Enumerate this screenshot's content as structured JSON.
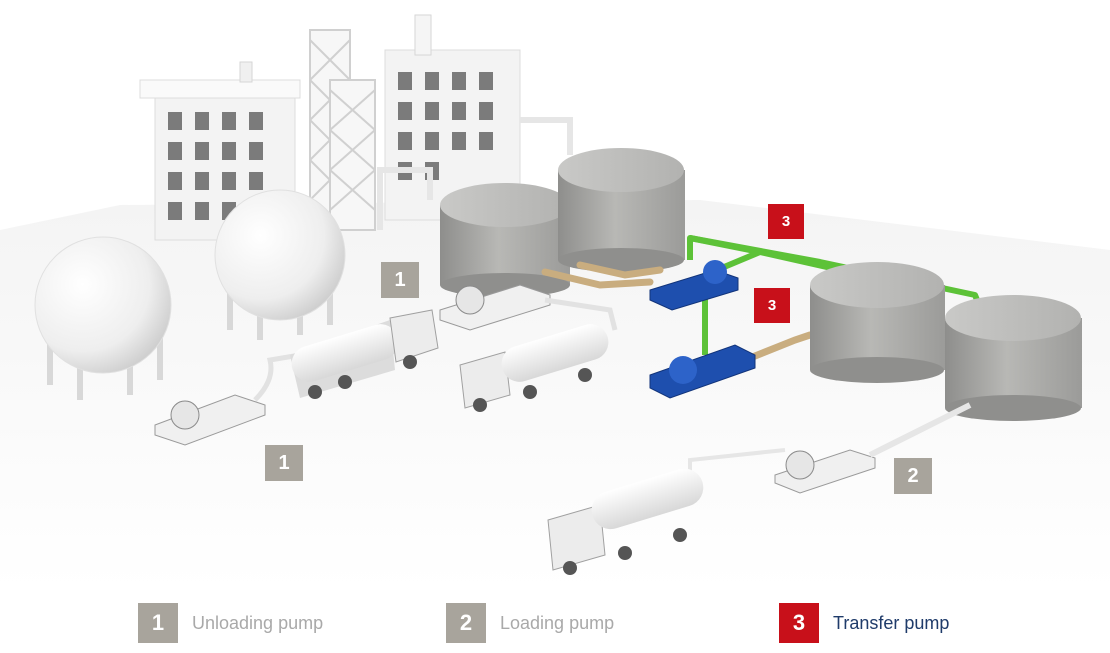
{
  "callouts": {
    "unloading_top": "1",
    "unloading_bottom": "1",
    "loading": "2",
    "transfer_top": "3",
    "transfer_mid": "3"
  },
  "legend": [
    {
      "num": "1",
      "label": "Unloading pump",
      "color": "#a8a49c",
      "text_color": "#a9a9a9"
    },
    {
      "num": "2",
      "label": "Loading pump",
      "color": "#a8a49c",
      "text_color": "#a9a9a9"
    },
    {
      "num": "3",
      "label": "Transfer pump",
      "color": "#c8101a",
      "text_color": "#1f3b6a"
    }
  ],
  "colors": {
    "pipe_green": "#5dc238",
    "pipe_tan": "#c9ad7f",
    "pump_blue": "#1e4fae",
    "tank_grey": "#a9a9a6"
  }
}
